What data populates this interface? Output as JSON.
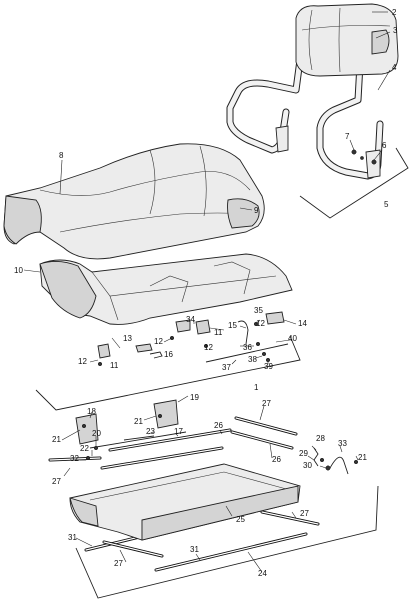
{
  "callouts": {
    "c1": "1",
    "c2": "2",
    "c3": "3",
    "c4": "4",
    "c5": "5",
    "c6": "6",
    "c7": "7",
    "c8": "8",
    "c9": "9",
    "c10": "10",
    "c11a": "11",
    "c11b": "11",
    "c12a": "12",
    "c12b": "12",
    "c12c": "12",
    "c12d": "12",
    "c13": "13",
    "c14": "14",
    "c15": "15",
    "c16": "16",
    "c17": "17",
    "c18": "18",
    "c19": "19",
    "c20": "20",
    "c21a": "21",
    "c21b": "21",
    "c21c": "21",
    "c22": "22",
    "c23": "23",
    "c24": "24",
    "c25": "25",
    "c26a": "26",
    "c26b": "26",
    "c27a": "27",
    "c27b": "27",
    "c27c": "27",
    "c27d": "27",
    "c28": "28",
    "c29": "29",
    "c30": "30",
    "c31a": "31",
    "c31b": "31",
    "c32": "32",
    "c33": "33",
    "c34": "34",
    "c35": "35",
    "c36": "36",
    "c37": "37",
    "c38": "38",
    "c39": "39",
    "c40": "40"
  }
}
